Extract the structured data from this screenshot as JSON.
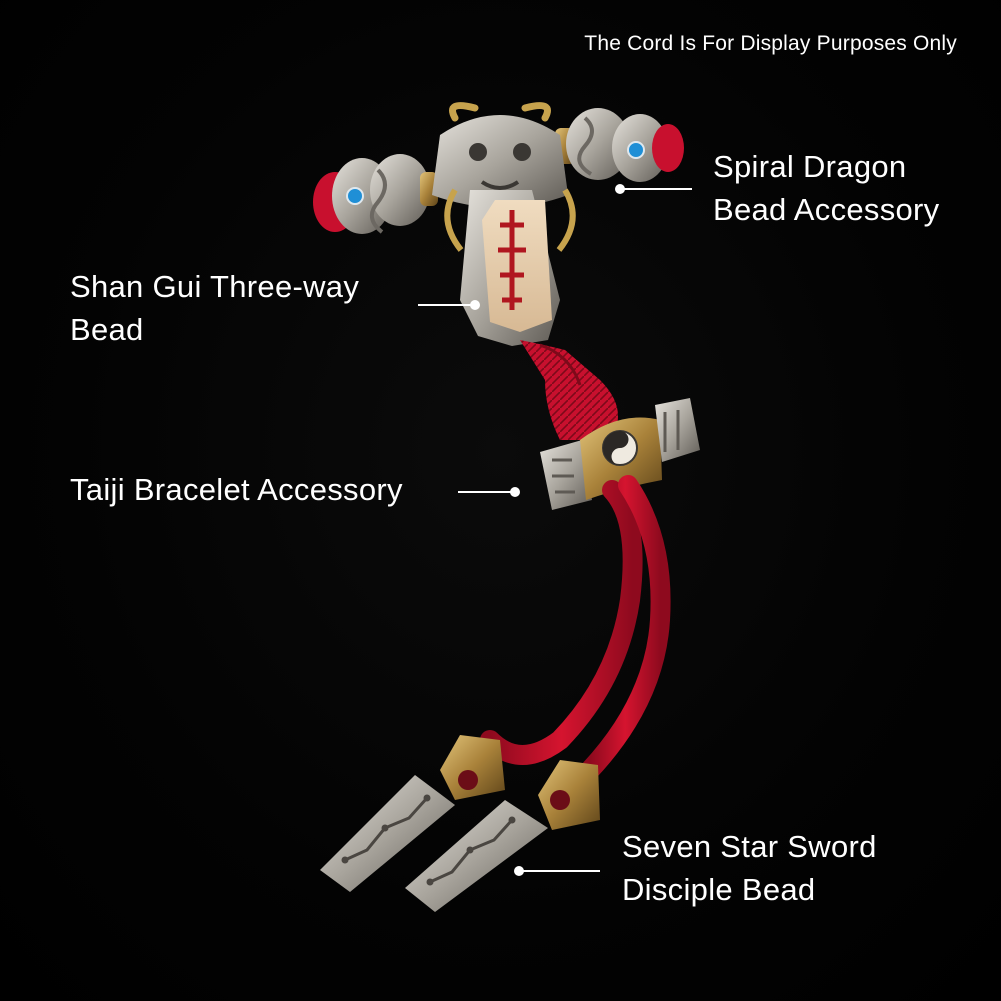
{
  "notice": "The Cord Is For Display Purposes Only",
  "labels": {
    "spiral_dragon": {
      "line1": "Spiral Dragon",
      "line2": "Bead Accessory"
    },
    "shan_gui": {
      "line1": "Shan Gui Three-way",
      "line2": "Bead"
    },
    "taiji": {
      "line1": "Taiji Bracelet Accessory"
    },
    "seven_star": {
      "line1": "Seven Star Sword",
      "line2": "Disciple Bead"
    }
  },
  "colors": {
    "background": "#000000",
    "cord": "#c8102e",
    "silver": "#b9b6b0",
    "brass": "#b59248",
    "text": "#ffffff"
  }
}
